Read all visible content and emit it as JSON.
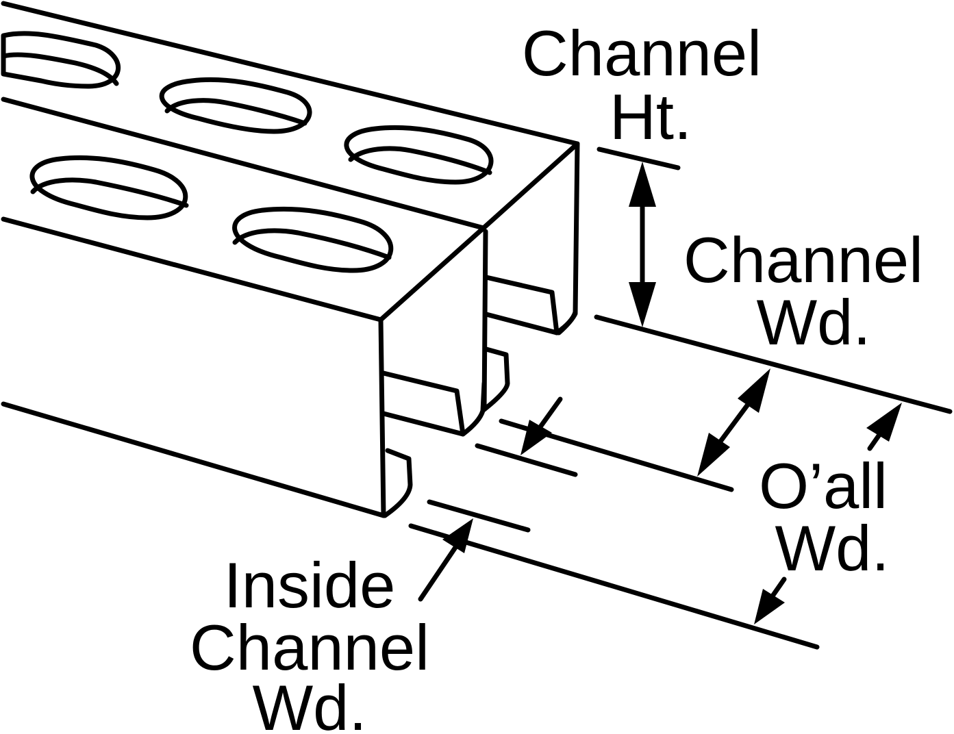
{
  "labels": {
    "channel_ht": [
      "Channel",
      "Ht."
    ],
    "channel_wd": [
      "Channel",
      "Wd."
    ],
    "oall_wd": [
      "O’all",
      "Wd."
    ],
    "inside_channel_wd": [
      "Inside",
      "Channel",
      "Wd."
    ]
  },
  "colors": {
    "line": "#000000",
    "background": "#ffffff"
  }
}
